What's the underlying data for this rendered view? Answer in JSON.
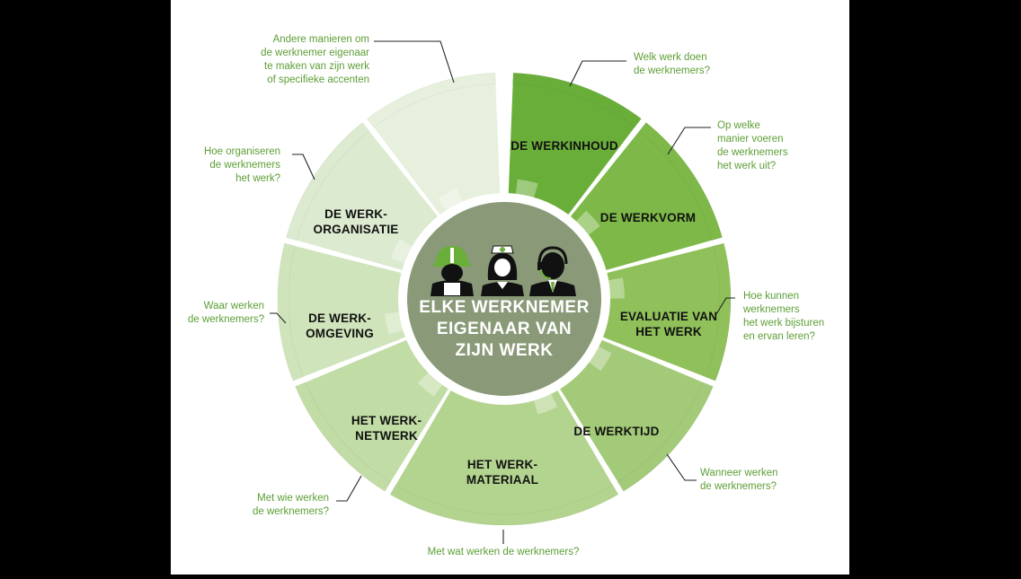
{
  "center": {
    "lines": [
      "ELKE WERKNEMER",
      "EIGENAAR VAN",
      "ZIJN WERK"
    ],
    "icons": [
      "construction-worker-icon",
      "nurse-icon",
      "call-center-agent-icon"
    ]
  },
  "segments": [
    {
      "id": "werkinhoud",
      "label_lines": [
        "DE WERKINHOUD"
      ],
      "color": "#6aae3a",
      "question_lines": [
        "Welk werk doen",
        "de werknemers?"
      ]
    },
    {
      "id": "werkvorm",
      "label_lines": [
        "DE WERKVORM"
      ],
      "color": "#7db848",
      "question_lines": [
        "Op welke",
        "manier voeren",
        "de werknemers",
        "het werk uit?"
      ]
    },
    {
      "id": "evaluatie",
      "label_lines": [
        "EVALUATIE VAN",
        "HET WERK"
      ],
      "color": "#8fc05a",
      "question_lines": [
        "Hoe kunnen",
        "werknemers",
        "het werk bijsturen",
        "en ervan leren?"
      ]
    },
    {
      "id": "werktijd",
      "label_lines": [
        "DE WERKTIJD"
      ],
      "color": "#a3ca78",
      "question_lines": [
        "Wanneer werken",
        "de werknemers?"
      ]
    },
    {
      "id": "materiaal",
      "label_lines": [
        "HET WERK-",
        "MATERIAAL"
      ],
      "color": "#b3d48f",
      "question_lines": [
        "Met wat werken de werknemers?"
      ]
    },
    {
      "id": "netwerk",
      "label_lines": [
        "HET WERK-",
        "NETWERK"
      ],
      "color": "#c2dca6",
      "question_lines": [
        "Met wie werken",
        "de werknemers?"
      ]
    },
    {
      "id": "omgeving",
      "label_lines": [
        "DE WERK-",
        "OMGEVING"
      ],
      "color": "#d0e4bb",
      "question_lines": [
        "Waar werken",
        "de werknemers?"
      ]
    },
    {
      "id": "organisatie",
      "label_lines": [
        "DE WERK-",
        "ORGANISATIE"
      ],
      "color": "#dcead0",
      "question_lines": [
        "Hoe organiseren",
        "de werknemers",
        "het werk?"
      ]
    },
    {
      "id": "andere",
      "label_lines": [],
      "color": "#e6f0dd",
      "question_lines": [
        "Andere manieren om",
        "de werknemer eigenaar",
        "te maken van zijn werk",
        "of specifieke accenten"
      ]
    }
  ],
  "colors": {
    "center": "#8a9a78",
    "question_text": "#5d9e35",
    "background": "#ffffff"
  }
}
